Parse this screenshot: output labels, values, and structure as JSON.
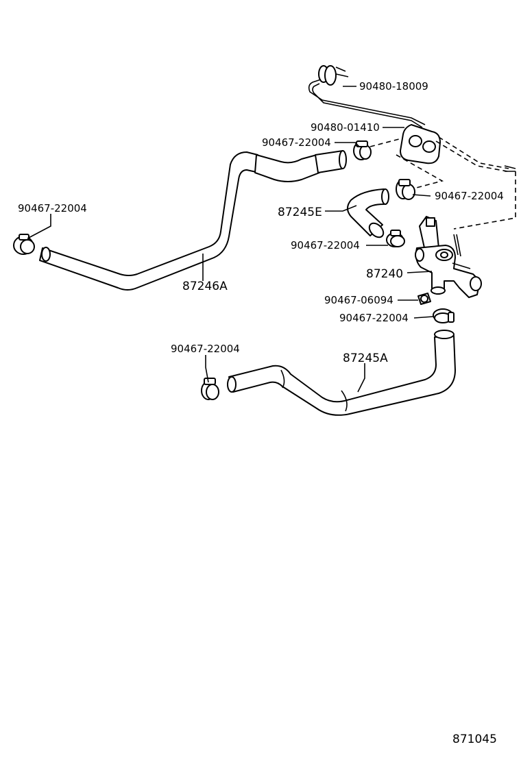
{
  "diagram_id": "871045",
  "labels": {
    "p90480_18009": "90480-18009",
    "p90480_01410": "90480-01410",
    "p90467_22004_a": "90467-22004",
    "p90467_22004_b": "90467-22004",
    "p90467_22004_c": "90467-22004",
    "p90467_22004_d": "90467-22004",
    "p90467_22004_e": "90467-22004",
    "p90467_22004_f": "90467-22004",
    "p87245E": "87245E",
    "p87240": "87240",
    "p90467_06094": "90467-06094",
    "p87246A": "87246A",
    "p87245A": "87245A"
  }
}
